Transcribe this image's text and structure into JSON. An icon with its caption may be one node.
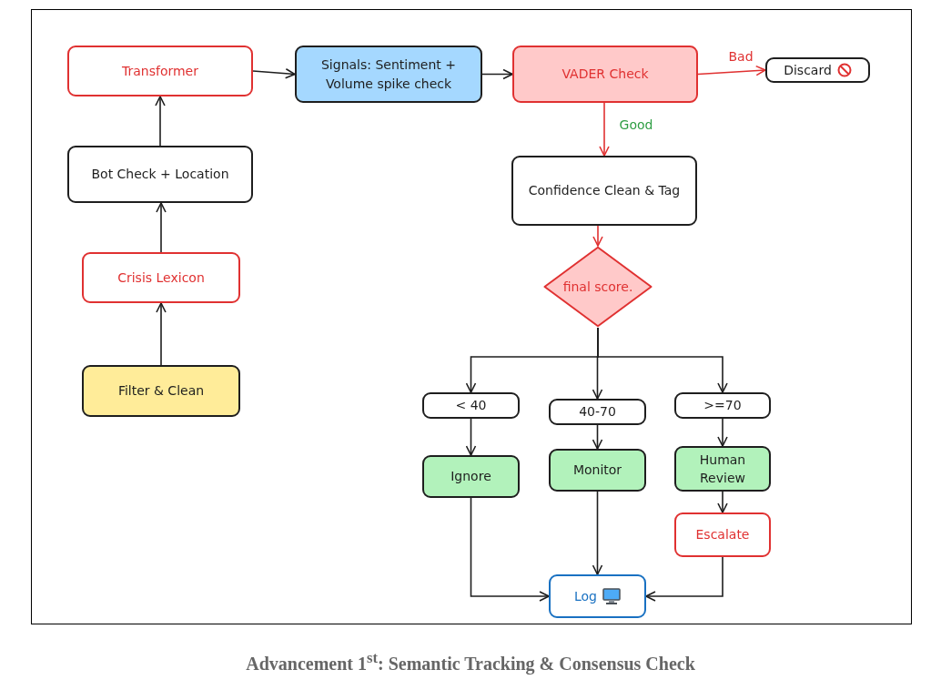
{
  "diagram": {
    "caption": "Advancement 1$^{st}$: Semantic Tracking & Consensus Check",
    "nodes": [
      {
        "text": [
          "Transformer"
        ]
      },
      {
        "text": [
          "Signals: Sentiment + Volume spike check"
        ]
      },
      {
        "text": [
          "VADER Check"
        ]
      },
      {
        "text": [
          "Discard"
        ]
      },
      {
        "text": [
          "Bot Check + Location"
        ]
      },
      {
        "text": [
          "Crisis Lexicon"
        ]
      },
      {
        "text": [
          "Filter & Clean"
        ]
      },
      {
        "text": [
          "Confidence Clean & Tag"
        ]
      },
      {
        "text": [
          "final score."
        ]
      },
      {
        "text": [
          "< 40"
        ]
      },
      {
        "text": [
          "40-70"
        ]
      },
      {
        "text": [
          ">=70"
        ]
      },
      {
        "text": [
          "Ignore"
        ]
      },
      {
        "text": [
          "Monitor"
        ]
      },
      {
        "text": [
          "Human Review"
        ]
      },
      {
        "text": [
          "Escalate"
        ]
      },
      {
        "text": [
          "Log"
        ]
      }
    ],
    "edges": [
      {
        "from": 6,
        "to": 5,
        "arrow": "to"
      },
      {
        "from": 5,
        "to": 4,
        "arrow": "to"
      },
      {
        "from": 4,
        "to": 0,
        "arrow": "to"
      },
      {
        "from": 0,
        "to": 1,
        "arrow": "to"
      },
      {
        "from": 1,
        "to": 2,
        "arrow": "to"
      },
      {
        "from": 2,
        "to": 3,
        "arrow": "to",
        "label": "Bad",
        "color": "#e03131"
      },
      {
        "from": 2,
        "to": 7,
        "arrow": "to",
        "label": "Good",
        "color": "#e03131"
      },
      {
        "from": 7,
        "to": 8,
        "arrow": "to",
        "color": "#e03131"
      },
      {
        "from": 8,
        "to": 9,
        "arrow": "to"
      },
      {
        "from": 8,
        "to": 10,
        "arrow": "to"
      },
      {
        "from": 8,
        "to": 11,
        "arrow": "to"
      },
      {
        "from": 9,
        "to": 12,
        "arrow": "to"
      },
      {
        "from": 10,
        "to": 13,
        "arrow": "to"
      },
      {
        "from": 11,
        "to": 14,
        "arrow": "to"
      },
      {
        "from": 14,
        "to": 15,
        "arrow": "to"
      },
      {
        "from": 12,
        "to": 16,
        "arrow": "to"
      },
      {
        "from": 13,
        "to": 16,
        "arrow": "to"
      },
      {
        "from": 15,
        "to": 16,
        "arrow": "to"
      }
    ]
  }
}
